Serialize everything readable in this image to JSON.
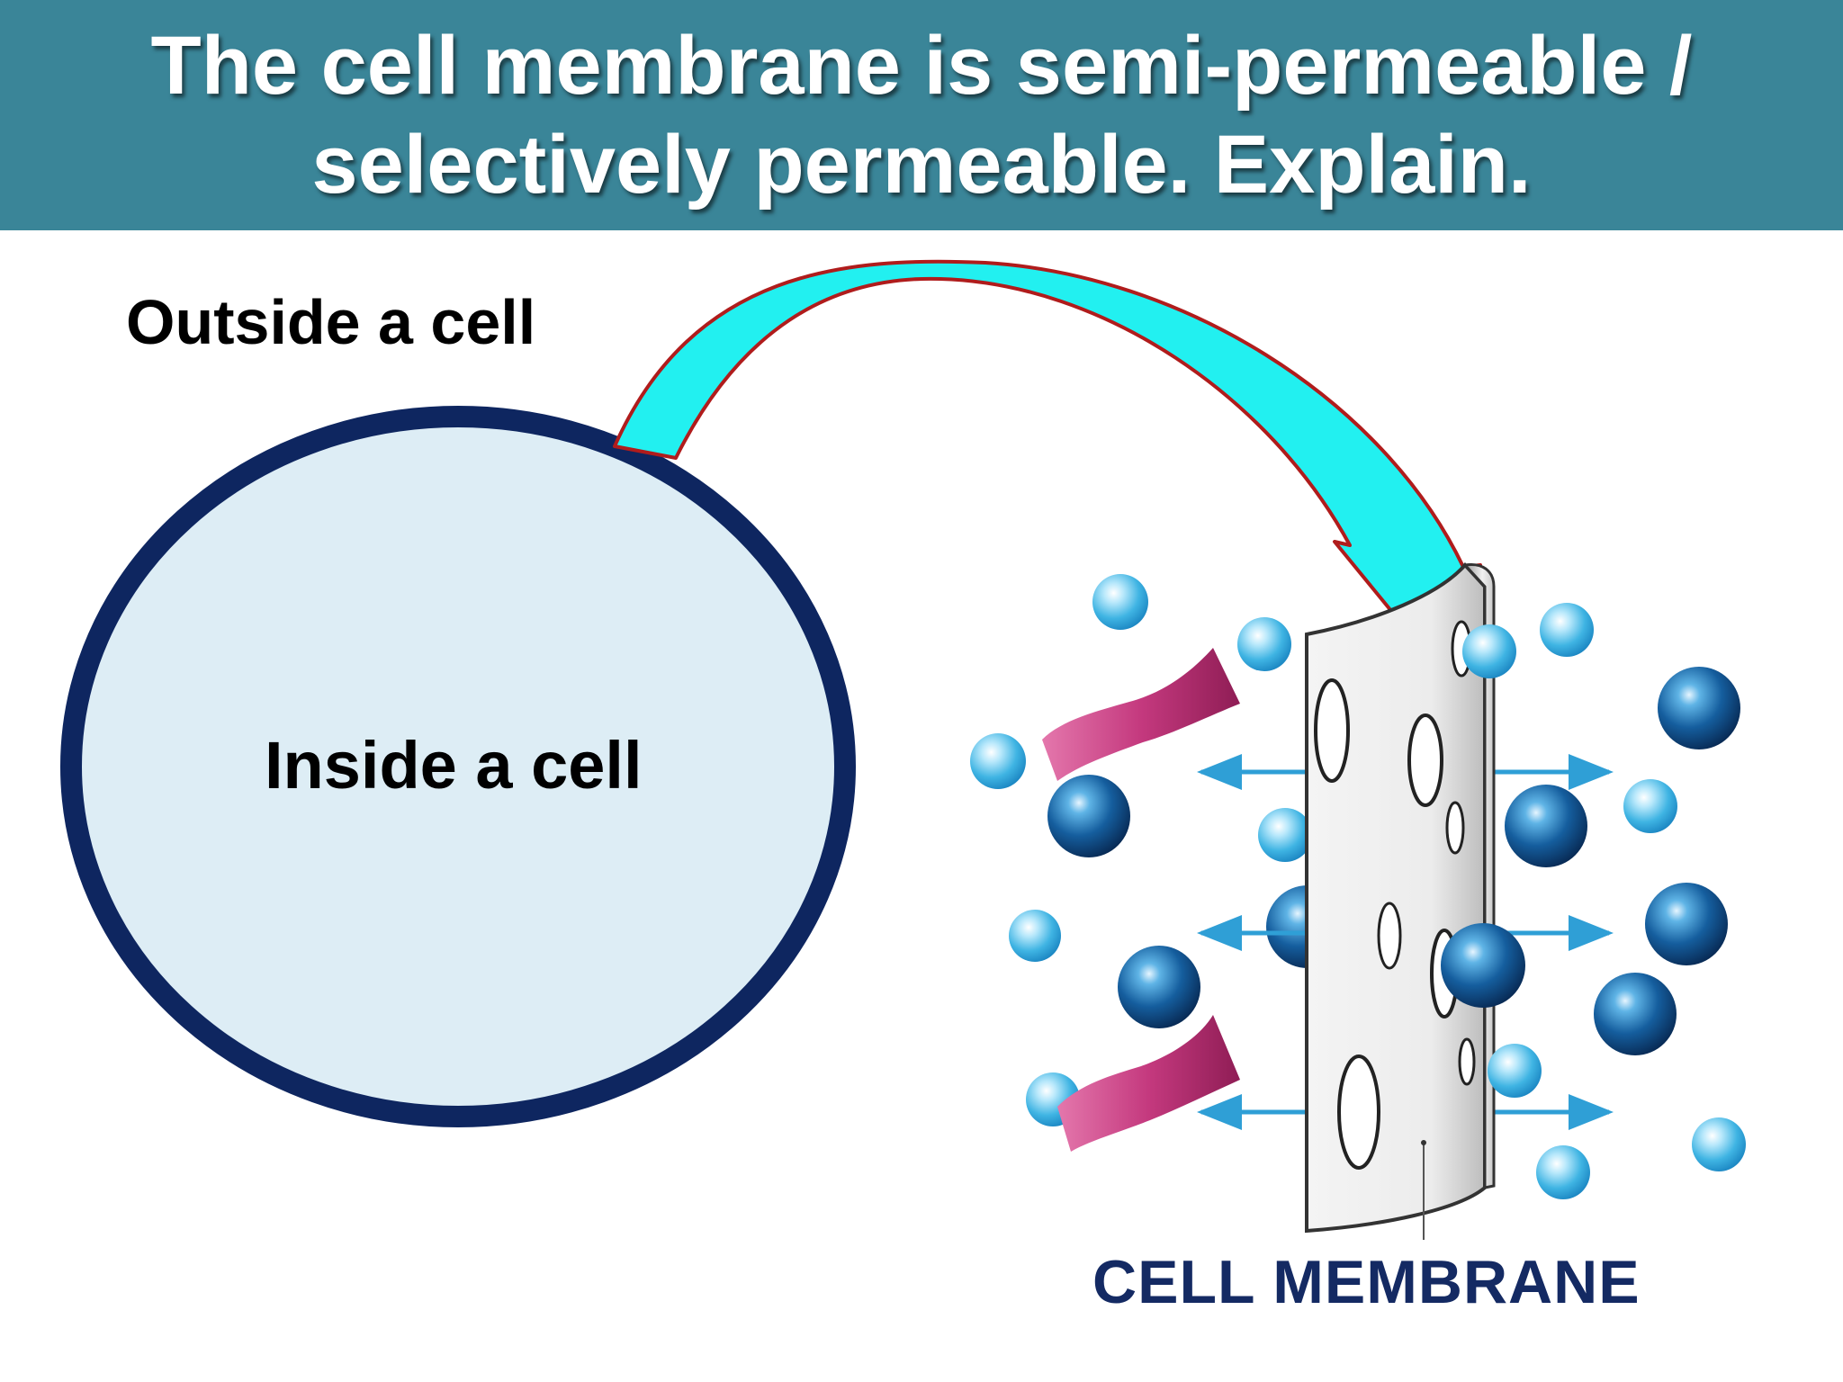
{
  "title": {
    "line1": "The cell membrane is semi-permeable /",
    "line2": "selectively permeable. Explain."
  },
  "labels": {
    "outside": "Outside a cell",
    "inside": "Inside a cell",
    "membrane": "CELL MEMBRANE"
  },
  "colors": {
    "title_bar": "#3a8598",
    "cell_border": "#0e2660",
    "cell_fill": "#ddedf5",
    "arrow_fill": "#22f0f0",
    "arrow_stroke": "#b01c1c",
    "small_particle": "#3fb4e3",
    "large_particle": "#155e9e",
    "protein_ribbon": "#c4397e",
    "membrane_label": "#142a63"
  }
}
